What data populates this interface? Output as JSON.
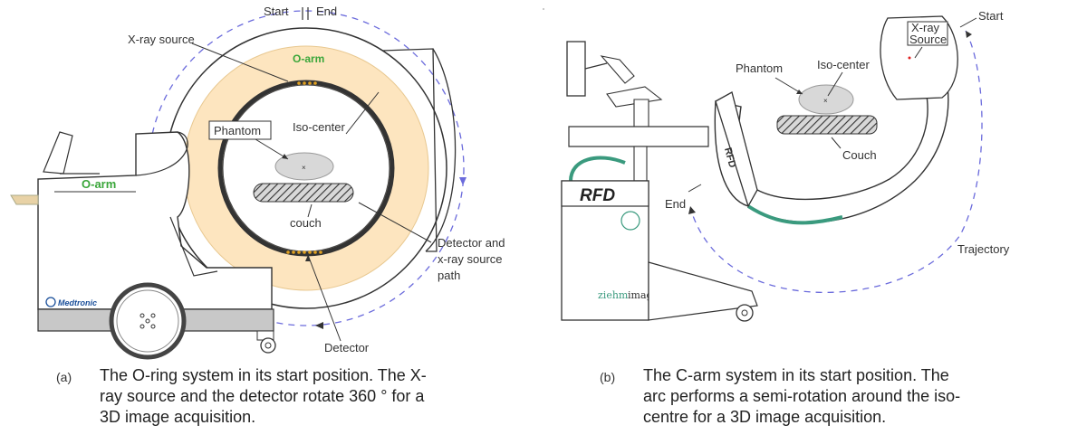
{
  "panel_a": {
    "labels": {
      "start": "Start",
      "end": "End",
      "xray_source": "X-ray source",
      "oarm_ring": "O-arm",
      "oarm_cart": "O-arm",
      "phantom": "Phantom",
      "isocenter": "Iso-center",
      "couch": "couch",
      "detector_path_1": "Detector and",
      "detector_path_2": "x-ray source",
      "detector_path_3": "path",
      "detector": "Detector",
      "medtronic": "Medtronic"
    },
    "caption": {
      "tag": "(a)",
      "line1": "The O-ring system in its start position. The X-",
      "line2": "ray source and the detector rotate 360 ° for a",
      "line3": "3D image acquisition."
    }
  },
  "panel_b": {
    "labels": {
      "xray_1": "X-ray",
      "xray_2": "Source",
      "start": "Start",
      "phantom": "Phantom",
      "isocenter": "Iso-center",
      "couch": "Couch",
      "end": "End",
      "trajectory": "Trajectory",
      "rfd_logo": "RFD",
      "rfd_arm": "RFD",
      "ziehm": "ziehm",
      "imaging": "imaging"
    },
    "caption": {
      "tag": "(b)",
      "line1": "The C-arm system in its start position. The",
      "line2": "arc performs a semi-rotation around the iso-",
      "line3": "centre for a 3D image acquisition."
    }
  },
  "colors": {
    "ring_fill": "#fde5bf",
    "trajectory": "#6b6bdc",
    "oarm_green": "#3aa63a",
    "teal": "#3a9a7e",
    "dots": "#e0a020"
  }
}
